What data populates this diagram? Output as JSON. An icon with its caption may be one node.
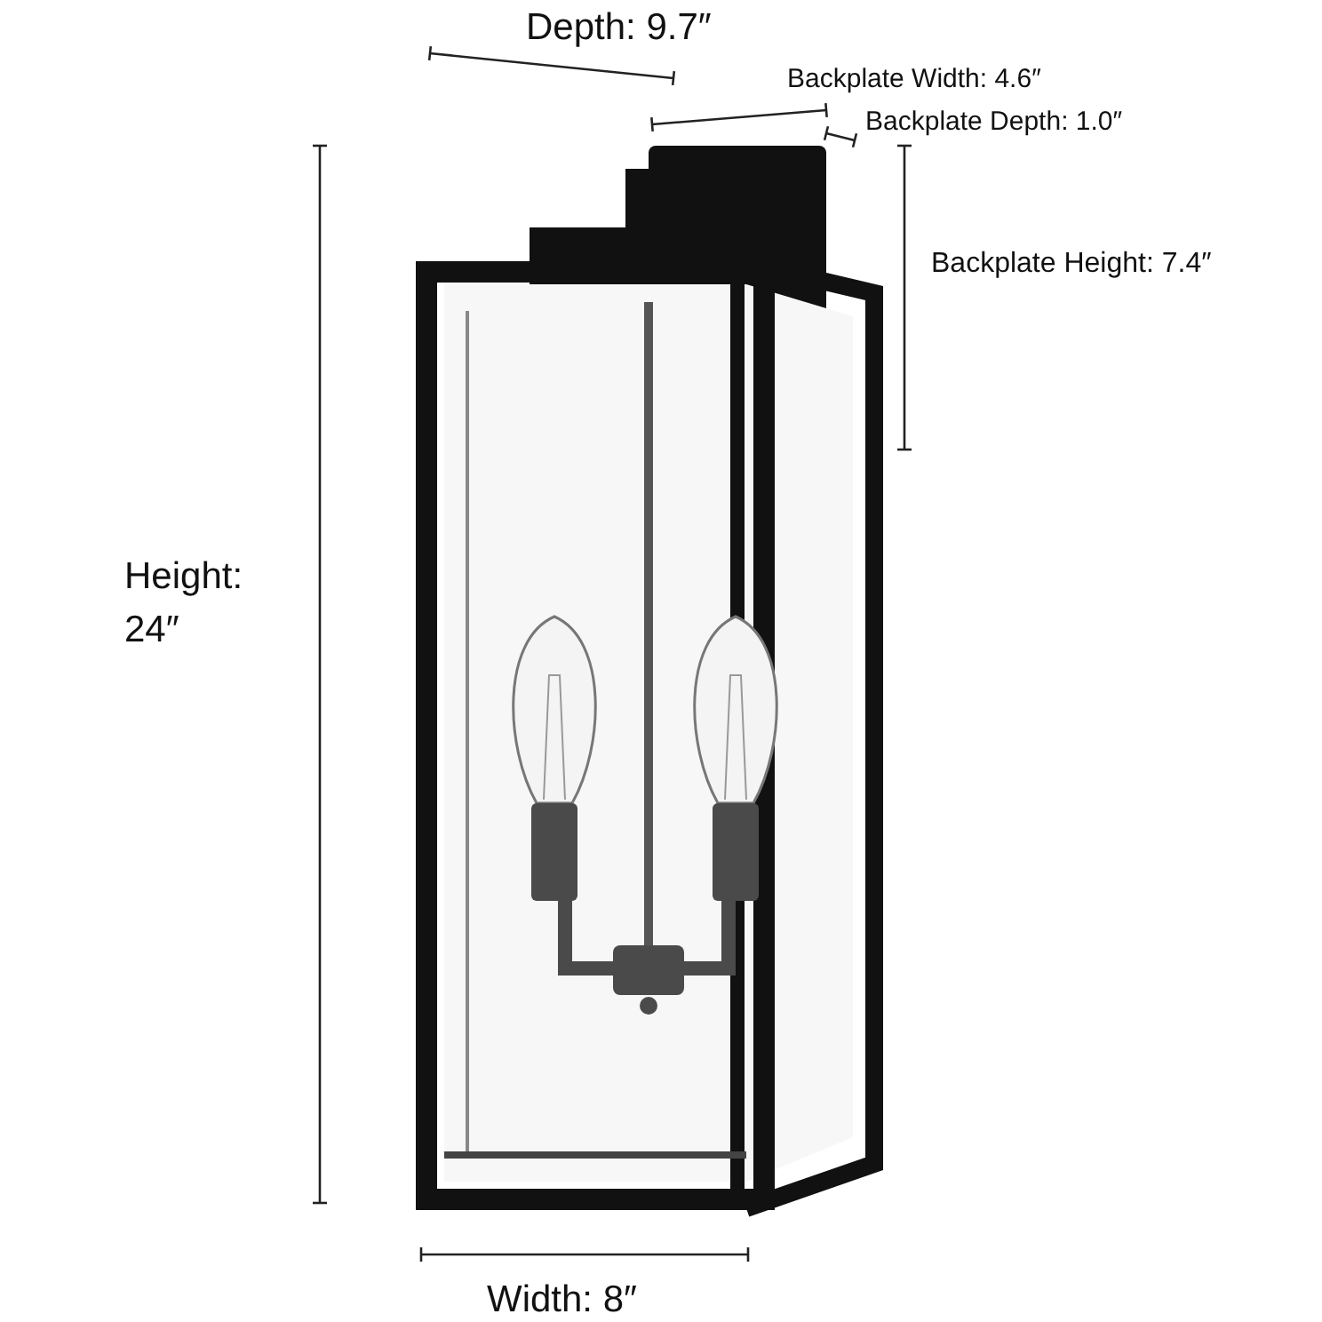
{
  "diagram": {
    "labels": [
      "Depth: 9.7″",
      "Backplate Width: 4.6″",
      "Backplate Depth: 1.0″",
      "Backplate Height: 7.4″",
      "Height: 24″",
      "Width: 8″"
    ]
  }
}
